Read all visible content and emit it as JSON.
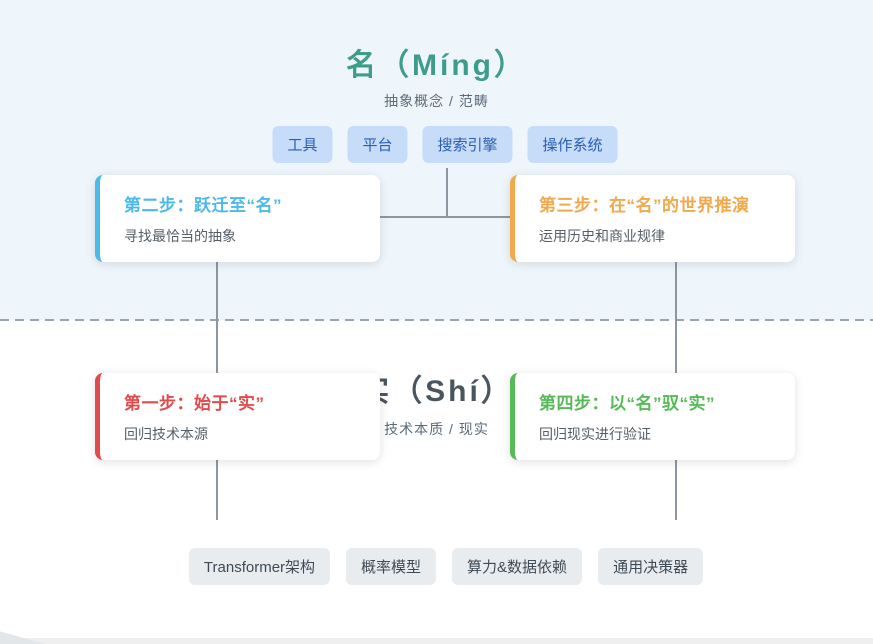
{
  "page": {
    "upper_zone_bg": "#EEF6FC",
    "lower_zone_bg": "#FFFFFF",
    "connector_color": "#8D97A3",
    "divider_color": "#9AA4AE"
  },
  "ming_section": {
    "title": "名（Míng）",
    "title_color": "#3E9C8B",
    "subtitle": "抽象概念 / 范畴",
    "tags": [
      "工具",
      "平台",
      "搜索引擎",
      "操作系统"
    ],
    "tag_text_color": "#2A5FB4",
    "tag_bg_color": "#C6DCF8"
  },
  "shi_section": {
    "title": "实（Shí）",
    "title_color": "#4A5560",
    "subtitle": "技术本质 / 现实",
    "tags": [
      "Transformer架构",
      "概率模型",
      "算力&数据依赖",
      "通用决策器"
    ],
    "tag_text_color": "#3E4A55",
    "tag_bg_color": "#E9ECEF"
  },
  "steps": [
    {
      "title": "第二步：跃迁至“名”",
      "desc": "寻找最恰当的抽象",
      "accent_color": "#4DB9E8"
    },
    {
      "title": "第三步：在“名”的世界推演",
      "desc": "运用历史和商业规律",
      "accent_color": "#F0A94D"
    },
    {
      "title": "第一步：始于“实”",
      "desc": "回归技术本源",
      "accent_color": "#E04B4B"
    },
    {
      "title": "第四步：以“名”驭“实”",
      "desc": "回归现实进行验证",
      "accent_color": "#57B957"
    }
  ]
}
